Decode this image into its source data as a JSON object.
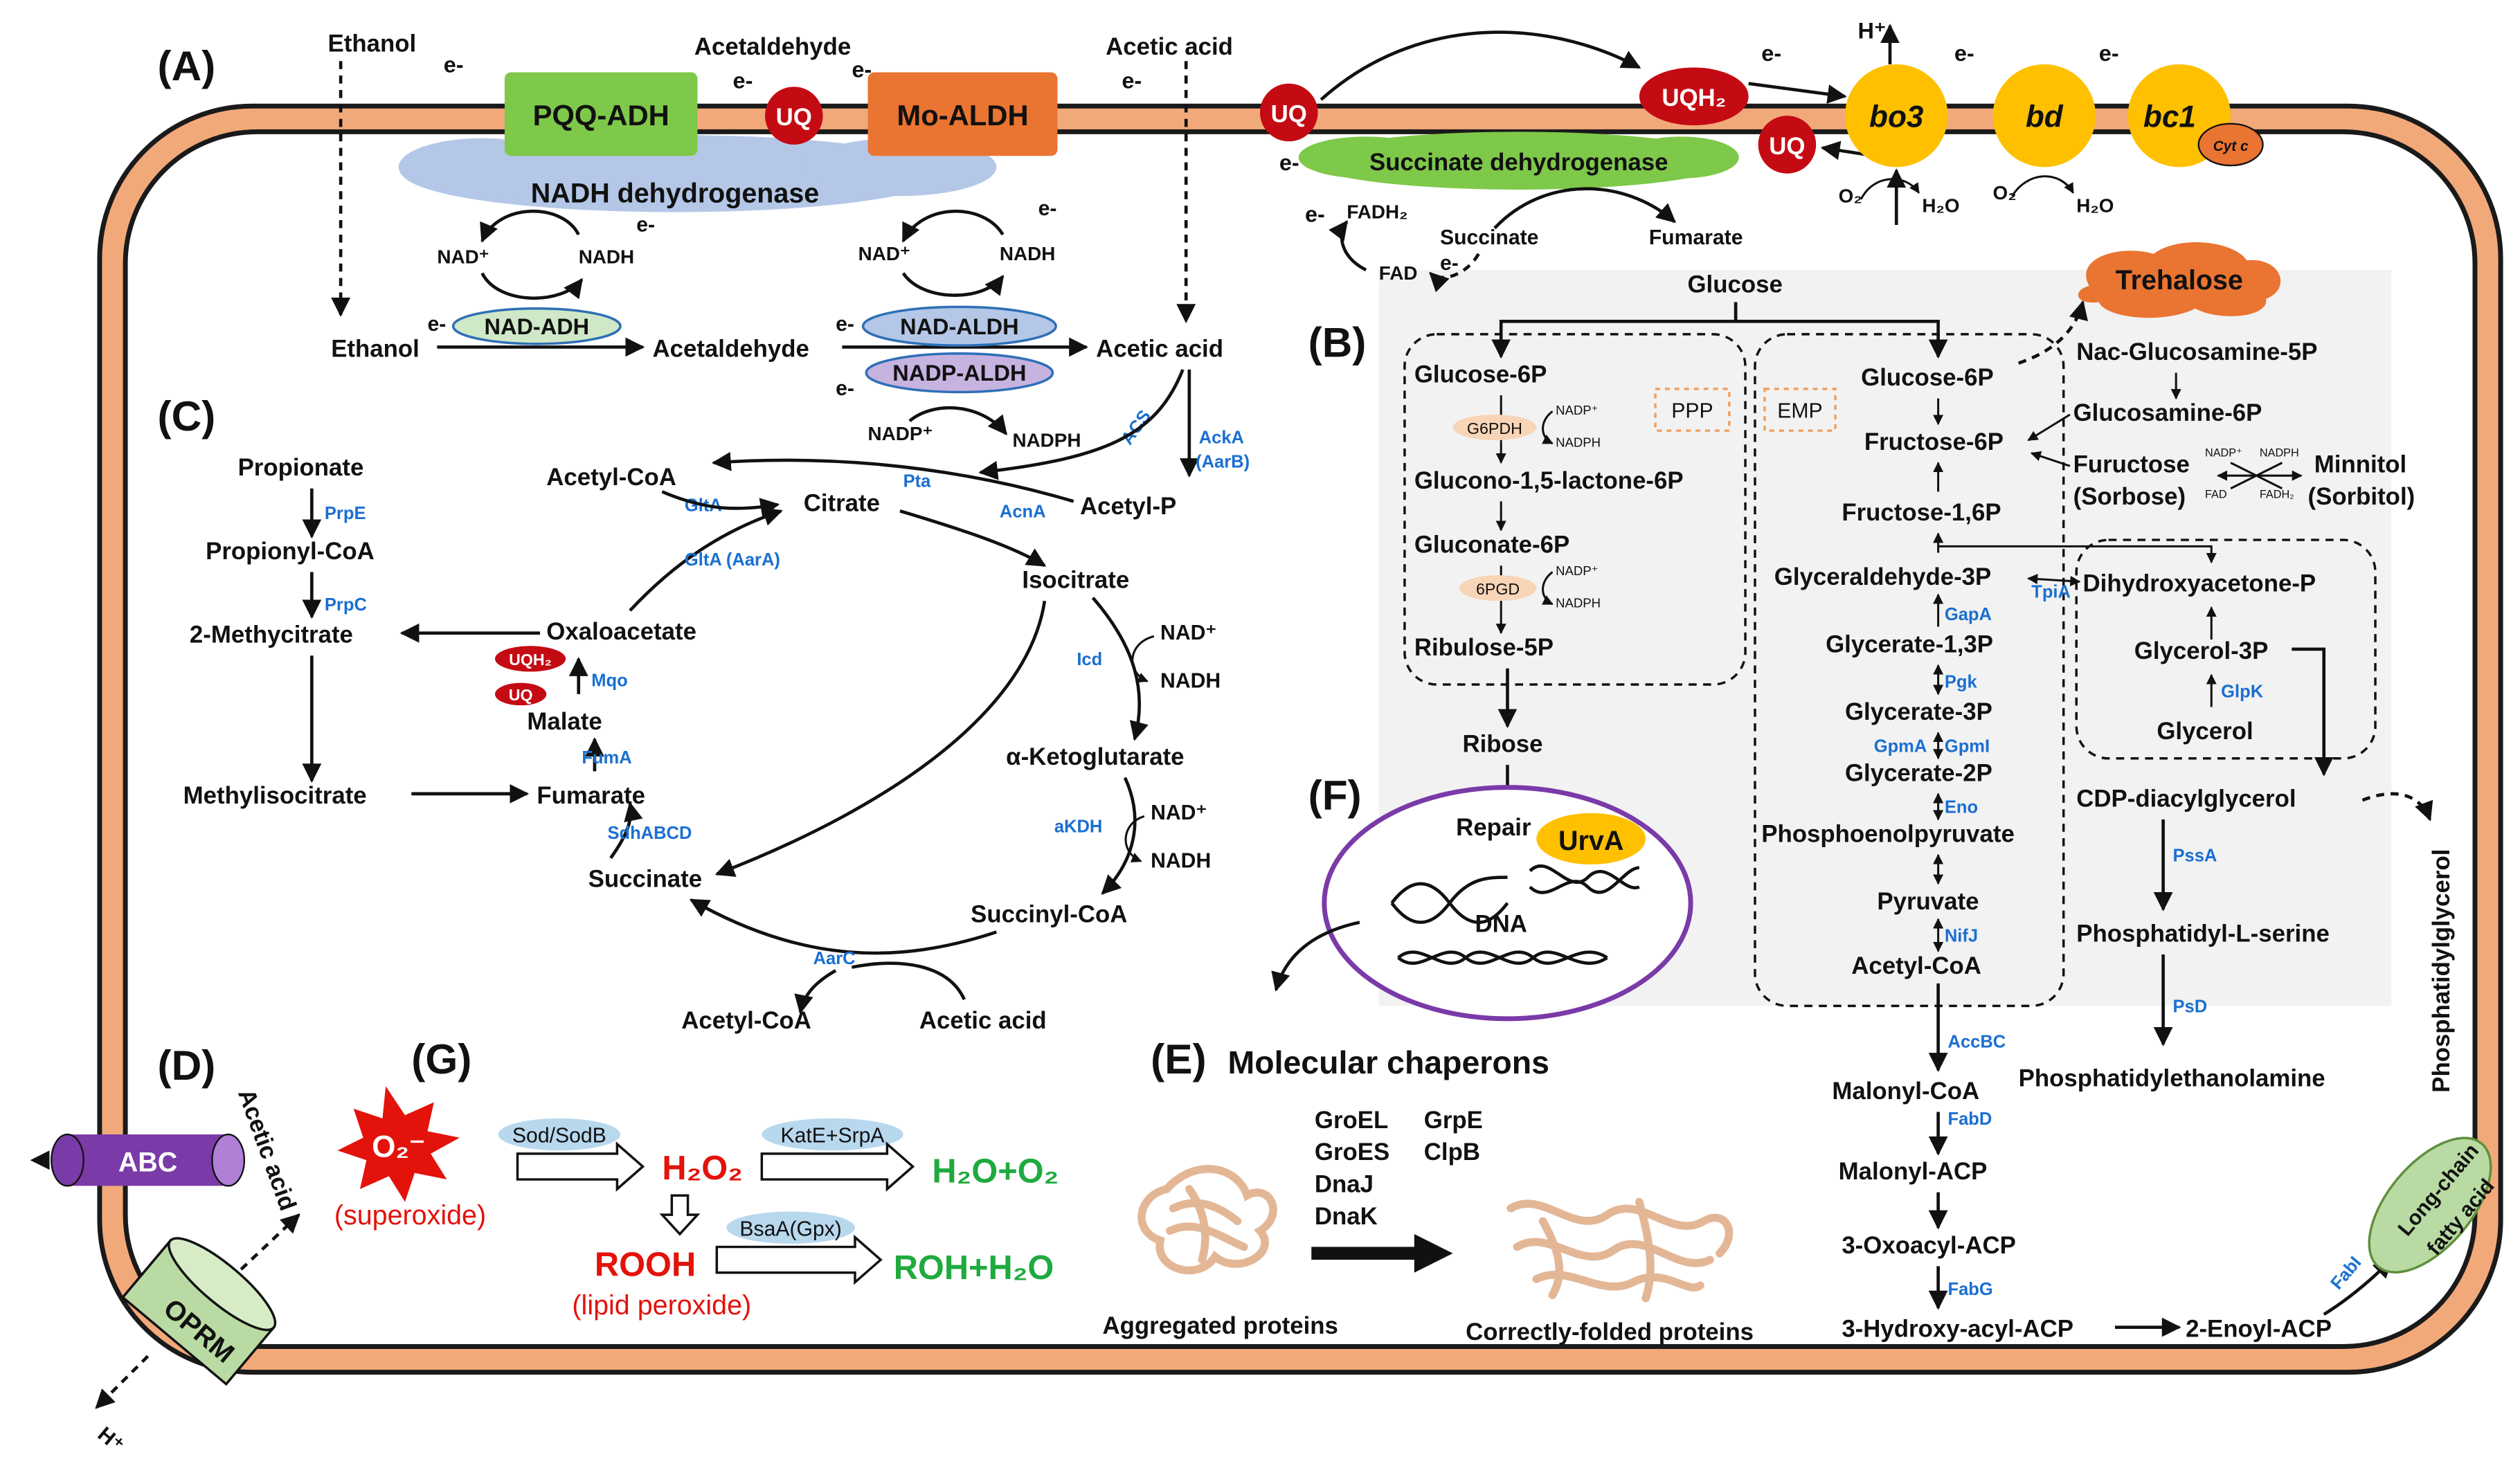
{
  "panels": {
    "A": "(A)",
    "B": "(B)",
    "C": "(C)",
    "D": "(D)",
    "E": "(E)",
    "F": "(F)",
    "G": "(G)"
  },
  "common": {
    "e": "e-",
    "nad": "NAD⁺",
    "nadh": "NADH",
    "nadp": "NADP⁺",
    "nadph": "NADPH",
    "uq": "UQ",
    "uqh2": "UQH₂",
    "h_plus": "H⁺",
    "o2": "O₂",
    "h2o": "H₂O",
    "fad": "FAD",
    "fadh2": "FADH₂"
  },
  "panel_a": {
    "ethanol_top": "Ethanol",
    "acetaldehyde_top": "Acetaldehyde",
    "acetic_acid_top": "Acetic acid",
    "pqq_adh": "PQQ-ADH",
    "mo_aldh": "Mo-ALDH",
    "nadh_dehydrogenase": "NADH dehydrogenase",
    "nad_adh": "NAD-ADH",
    "nad_aldh": "NAD-ALDH",
    "nadp_aldh": "NADP-ALDH",
    "ethanol": "Ethanol",
    "acetaldehyde": "Acetaldehyde",
    "acetic_acid": "Acetic acid",
    "succinate_dehydrogenase": "Succinate dehydrogenase",
    "succinate": "Succinate",
    "fumarate": "Fumarate",
    "bo3": "bo3",
    "bd": "bd",
    "bc1": "bc1",
    "cytc": "Cyt c"
  },
  "panel_b": {
    "glucose": "Glucose",
    "trehalose": "Trehalose",
    "ppp": "PPP",
    "emp": "EMP",
    "g6p_left": "Glucose-6P",
    "g6pdh": "G6PDH",
    "glucono": "Glucono-1,5-lactone-6P",
    "gluconate": "Gluconate-6P",
    "pgd": "6PGD",
    "ribulose": "Ribulose-5P",
    "ribose": "Ribose",
    "g6p": "Glucose-6P",
    "f6p": "Fructose-6P",
    "f16p": "Fructose-1,6P",
    "gap": "Glyceraldehyde-3P",
    "g13p": "Glycerate-1,3P",
    "g3p": "Glycerate-3P",
    "g2p": "Glycerate-2P",
    "pep": "Phosphoenolpyruvate",
    "pyruvate": "Pyruvate",
    "acetyl_coa": "Acetyl-CoA",
    "gapa": "GapA",
    "pgk": "Pgk",
    "gpma": "GpmA",
    "gpmi": "GpmI",
    "eno": "Eno",
    "nifj": "NifJ",
    "tpia": "TpiA",
    "dhap": "Dihydroxyacetone-P",
    "glycerol3p": "Glycerol-3P",
    "glpk": "GlpK",
    "glycerol": "Glycerol",
    "nac": "Nac-Glucosamine-5P",
    "glucosamine": "Glucosamine-6P",
    "fuructose": "Fuructose",
    "sorbose": "(Sorbose)",
    "minnitol": "Minnitol",
    "sorbitol": "(Sorbitol)",
    "cdp": "CDP-diacylglycerol",
    "pssa": "PssA",
    "ps": "Phosphatidyl-L-serine",
    "psd": "PsD",
    "pe": "Phosphatidylethanolamine",
    "pg": "Phosphatidylglycerol",
    "accbc": "AccBC",
    "malonyl_coa": "Malonyl-CoA",
    "fabd": "FabD",
    "malonyl_acp": "Malonyl-ACP",
    "oxoacyl": "3-Oxoacyl-ACP",
    "fabg": "FabG",
    "hydroxyacyl": "3-Hydroxy-acyl-ACP",
    "enoyl": "2-Enoyl-ACP",
    "fabi": "FabI",
    "lcfa1": "Long-chain",
    "lcfa2": "fatty acid"
  },
  "panel_c": {
    "propionate": "Propionate",
    "prpe": "PrpE",
    "propionyl": "Propionyl-CoA",
    "prpc": "PrpC",
    "methylcitrate": "2-Methycitrate",
    "methylisocitrate": "Methylisocitrate",
    "acetyl_coa": "Acetyl-CoA",
    "glta": "GltA",
    "citrate": "Citrate",
    "pta": "Pta",
    "acs": "ACS",
    "acka1": "AckA",
    "acka2": "(AarB)",
    "acetyl_p": "Acetyl-P",
    "acna": "AcnA",
    "gltA_aara": "GltA (AarA)",
    "isocitrate": "Isocitrate",
    "icd": "Icd",
    "akg": "α-Ketoglutarate",
    "akdh": "aKDH",
    "succinyl_coa": "Succinyl-CoA",
    "aarc": "AarC",
    "acetyl_coa2": "Acetyl-CoA",
    "acetic_acid": "Acetic acid",
    "succinate": "Succinate",
    "sdhabcd": "SdhABCD",
    "fumarate": "Fumarate",
    "fuma": "FumA",
    "malate": "Malate",
    "mqo": "Mqo",
    "oxaloacetate": "Oxaloacetate"
  },
  "panel_d": {
    "abc": "ABC",
    "oprm": "OPRM",
    "acetic_acid": "Acetic acid"
  },
  "panel_e": {
    "title": "Molecular chaperons",
    "groel": "GroEL",
    "groes": "GroES",
    "dnaj": "DnaJ",
    "dnak": "DnaK",
    "grpe": "GrpE",
    "clpb": "ClpB",
    "aggregated": "Aggregated proteins",
    "folded": "Correctly-folded proteins"
  },
  "panel_f": {
    "repair": "Repair",
    "urva": "UrvA",
    "dna": "DNA"
  },
  "panel_g": {
    "o2": "O₂⁻",
    "superoxide": "(superoxide)",
    "sod": "Sod/SodB",
    "h2o2": "H₂O₂",
    "kate": "KatE+SrpA",
    "h2o_o2": "H₂O+O₂",
    "rooh": "ROOH",
    "lipid": "(lipid peroxide)",
    "bsaa": "BsaA(Gpx)",
    "roh": "ROH+H₂O"
  },
  "colors": {
    "membrane": "#f2a97a",
    "membrane_edge": "#1a1a1a",
    "uq": "#c40b13",
    "green_enzyme": "#7ec84a",
    "orange_enzyme": "#ea7431",
    "nadh_cloud": "#b4c7e7",
    "oxidase": "#ffc000",
    "enzyme_label": "#1a6fd1",
    "ros_red": "#e3120b",
    "product_green": "#1faa3f",
    "dna_ring": "#7a3aa8"
  }
}
